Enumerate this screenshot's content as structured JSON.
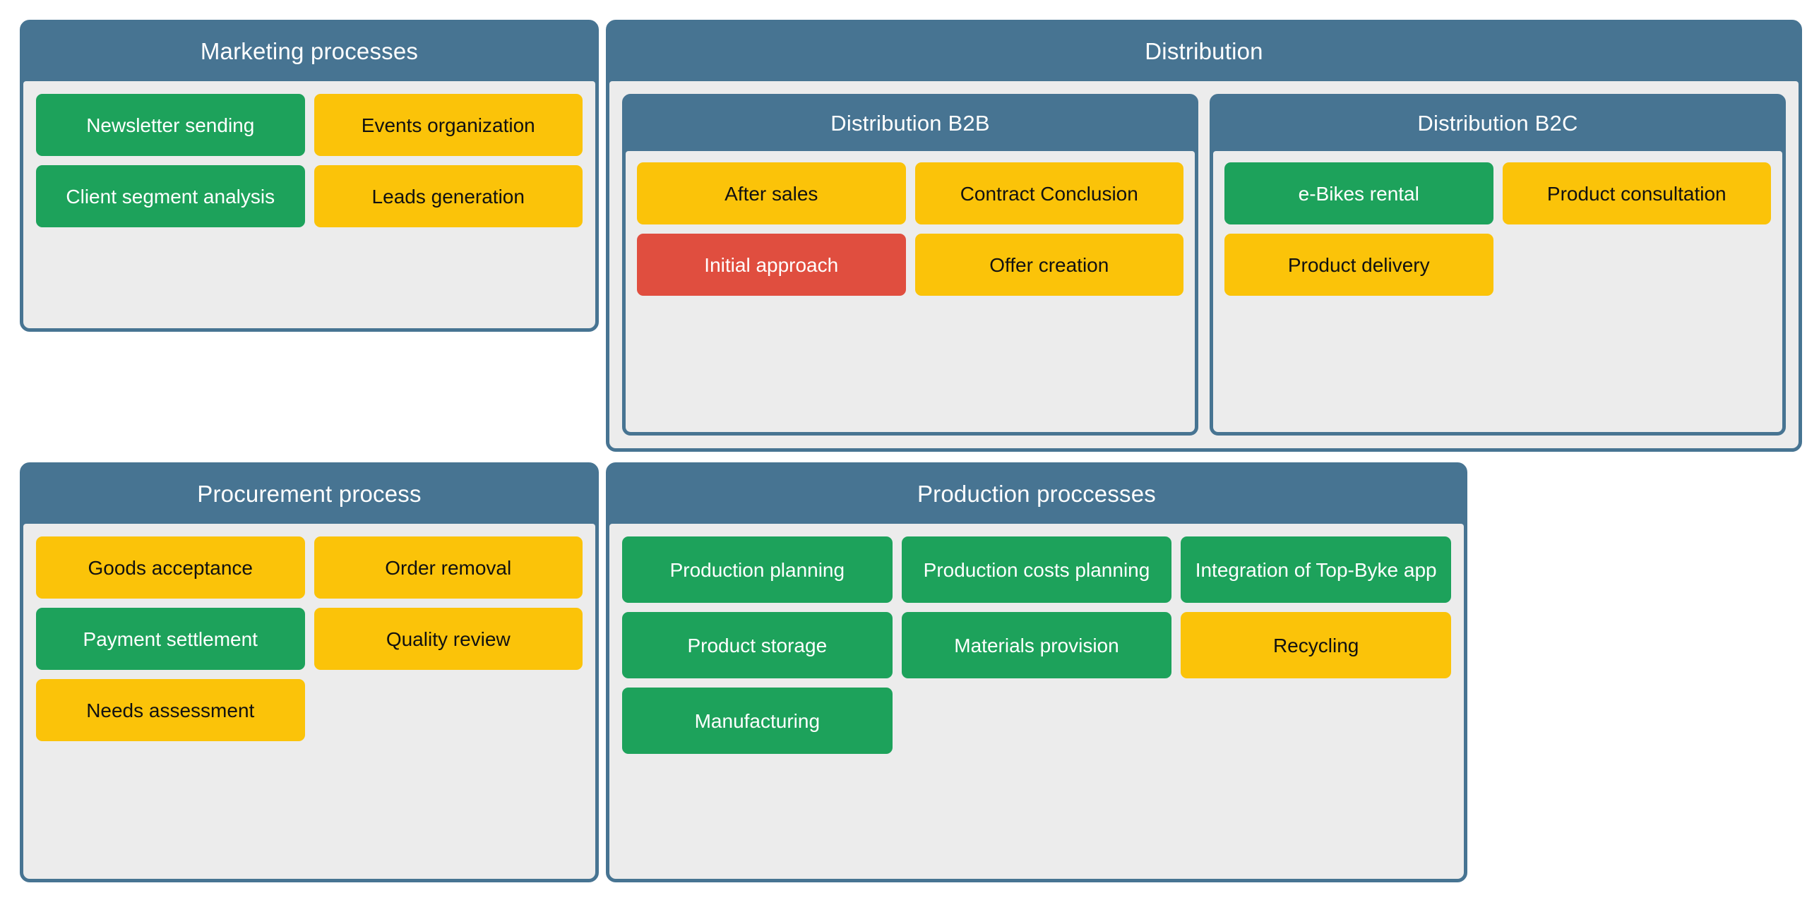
{
  "legend_colors": {
    "header_blue": "#477492",
    "body_gray": "#ececec",
    "green": "#1da25b",
    "yellow": "#fbc309",
    "red": "#e04e3f",
    "page_background": "#ffffff"
  },
  "panels": [
    {
      "id": "marketing",
      "title": "Marketing processes",
      "columns": 2,
      "cards": [
        {
          "label": "Newsletter sending",
          "status": "green"
        },
        {
          "label": "Events organization",
          "status": "yellow"
        },
        {
          "label": "Client segment analysis",
          "status": "green"
        },
        {
          "label": "Leads generation",
          "status": "yellow"
        }
      ]
    },
    {
      "id": "distribution",
      "title": "Distribution",
      "subpanels": [
        {
          "id": "distribution-b2b",
          "title": "Distribution B2B",
          "columns": 2,
          "cards": [
            {
              "label": "After sales",
              "status": "yellow"
            },
            {
              "label": "Contract Conclusion",
              "status": "yellow"
            },
            {
              "label": "Initial approach",
              "status": "red"
            },
            {
              "label": "Offer creation",
              "status": "yellow"
            }
          ]
        },
        {
          "id": "distribution-b2c",
          "title": "Distribution B2C",
          "columns": 2,
          "cards": [
            {
              "label": "e-Bikes rental",
              "status": "green"
            },
            {
              "label": "Product consultation",
              "status": "yellow"
            },
            {
              "label": "Product delivery",
              "status": "yellow"
            }
          ]
        }
      ]
    },
    {
      "id": "procurement",
      "title": "Procurement process",
      "columns": 2,
      "cards": [
        {
          "label": "Goods acceptance",
          "status": "yellow"
        },
        {
          "label": "Order removal",
          "status": "yellow"
        },
        {
          "label": "Payment settlement",
          "status": "green"
        },
        {
          "label": "Quality review",
          "status": "yellow"
        },
        {
          "label": "Needs assessment",
          "status": "yellow"
        }
      ]
    },
    {
      "id": "production",
      "title": "Production proccesses",
      "columns": 3,
      "cards": [
        {
          "label": "Production planning",
          "status": "green"
        },
        {
          "label": "Production costs planning",
          "status": "green"
        },
        {
          "label": "Integration of Top-Byke app",
          "status": "green"
        },
        {
          "label": "Product storage",
          "status": "green"
        },
        {
          "label": "Materials provision",
          "status": "green"
        },
        {
          "label": "Recycling",
          "status": "yellow"
        },
        {
          "label": "Manufacturing",
          "status": "green"
        }
      ]
    }
  ]
}
